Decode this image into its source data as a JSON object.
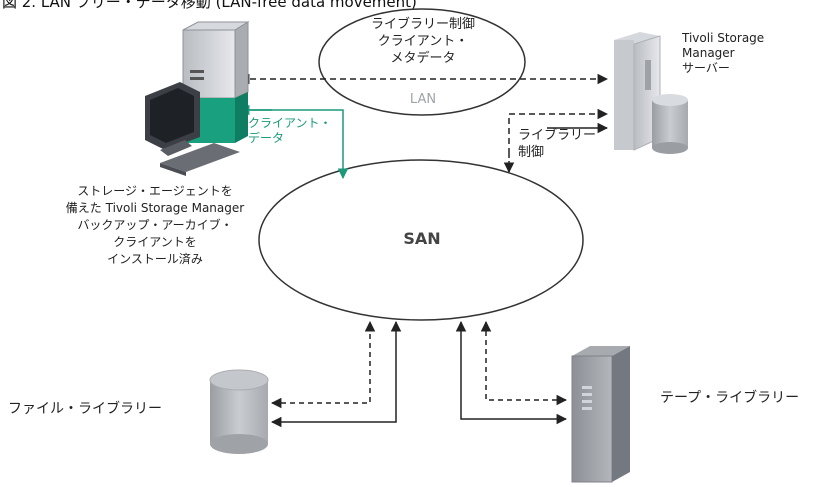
{
  "figure": {
    "title": "図 2. LAN フリー・データ移動 (LAN-free data movement)"
  },
  "lan": {
    "label": "LAN",
    "content_lines": [
      "ライブラリー制御",
      "クライアント・",
      "メタデータ"
    ]
  },
  "san": {
    "label": "SAN"
  },
  "server": {
    "label_lines": [
      "Tivoli Storage",
      "Manager",
      "サーバー"
    ]
  },
  "client": {
    "data_label_lines": [
      "クライアント・",
      "データ"
    ],
    "description_lines": [
      "ストレージ・エージェントを",
      "備えた Tivoli Storage Manager",
      "バックアップ・アーカイブ・",
      "クライアントを",
      "インストール済み"
    ]
  },
  "library_control": {
    "label_lines": [
      "ライブラリー",
      "制御"
    ]
  },
  "file_library": {
    "label": "ファイル・ライブラリー"
  },
  "tape_library": {
    "label": "テープ・ライブラリー"
  },
  "colors": {
    "client_data_arrow": "#1a9a7a",
    "client_tower_accent": "#18a07f",
    "line": "#222222",
    "label_teal": "#1a9a7a"
  },
  "icons": [
    "client-workstation-icon",
    "server-tower-icon",
    "disk-cylinder-icon",
    "tape-library-icon"
  ]
}
